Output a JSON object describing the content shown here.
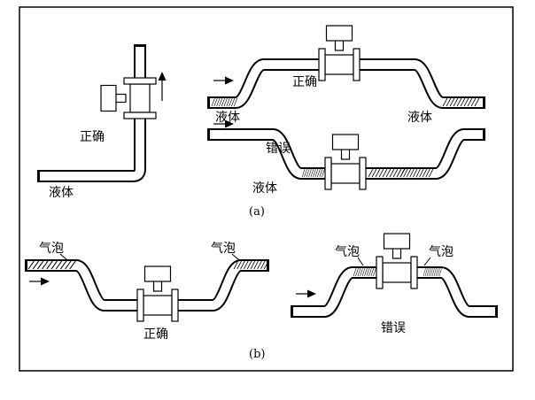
{
  "colors": {
    "ink": "#000000",
    "paper": "#ffffff"
  },
  "figure": {
    "section_a": {
      "caption": "(a)",
      "vertical_install": {
        "verdict": "正确",
        "medium": "液体"
      },
      "raised_run": {
        "verdict": "正确",
        "medium_left": "液体",
        "medium_right": "液体"
      },
      "sagged_run": {
        "verdict": "错误",
        "medium": "液体"
      }
    },
    "section_b": {
      "caption": "(b)",
      "low_mount_run": {
        "verdict": "正确",
        "bubble_left": "气泡",
        "bubble_right": "气泡"
      },
      "high_mount_run": {
        "verdict": "错误",
        "bubble_left": "气泡",
        "bubble_right": "气泡"
      }
    }
  }
}
